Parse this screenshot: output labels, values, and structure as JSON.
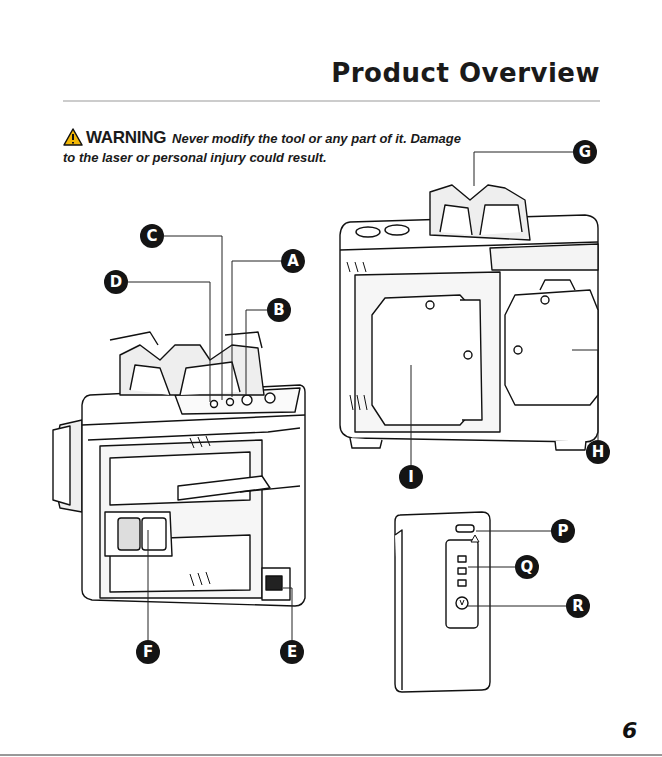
{
  "diagram": {
    "title": "Product Overview",
    "labels": [
      "WARNING",
      "Never modify the tool or any part of it. Damage to the laser or personal injury could result.",
      "G",
      "C",
      "A",
      "D",
      "B",
      "H",
      "I",
      "P",
      "Q",
      "R",
      "F",
      "E",
      "6"
    ]
  }
}
